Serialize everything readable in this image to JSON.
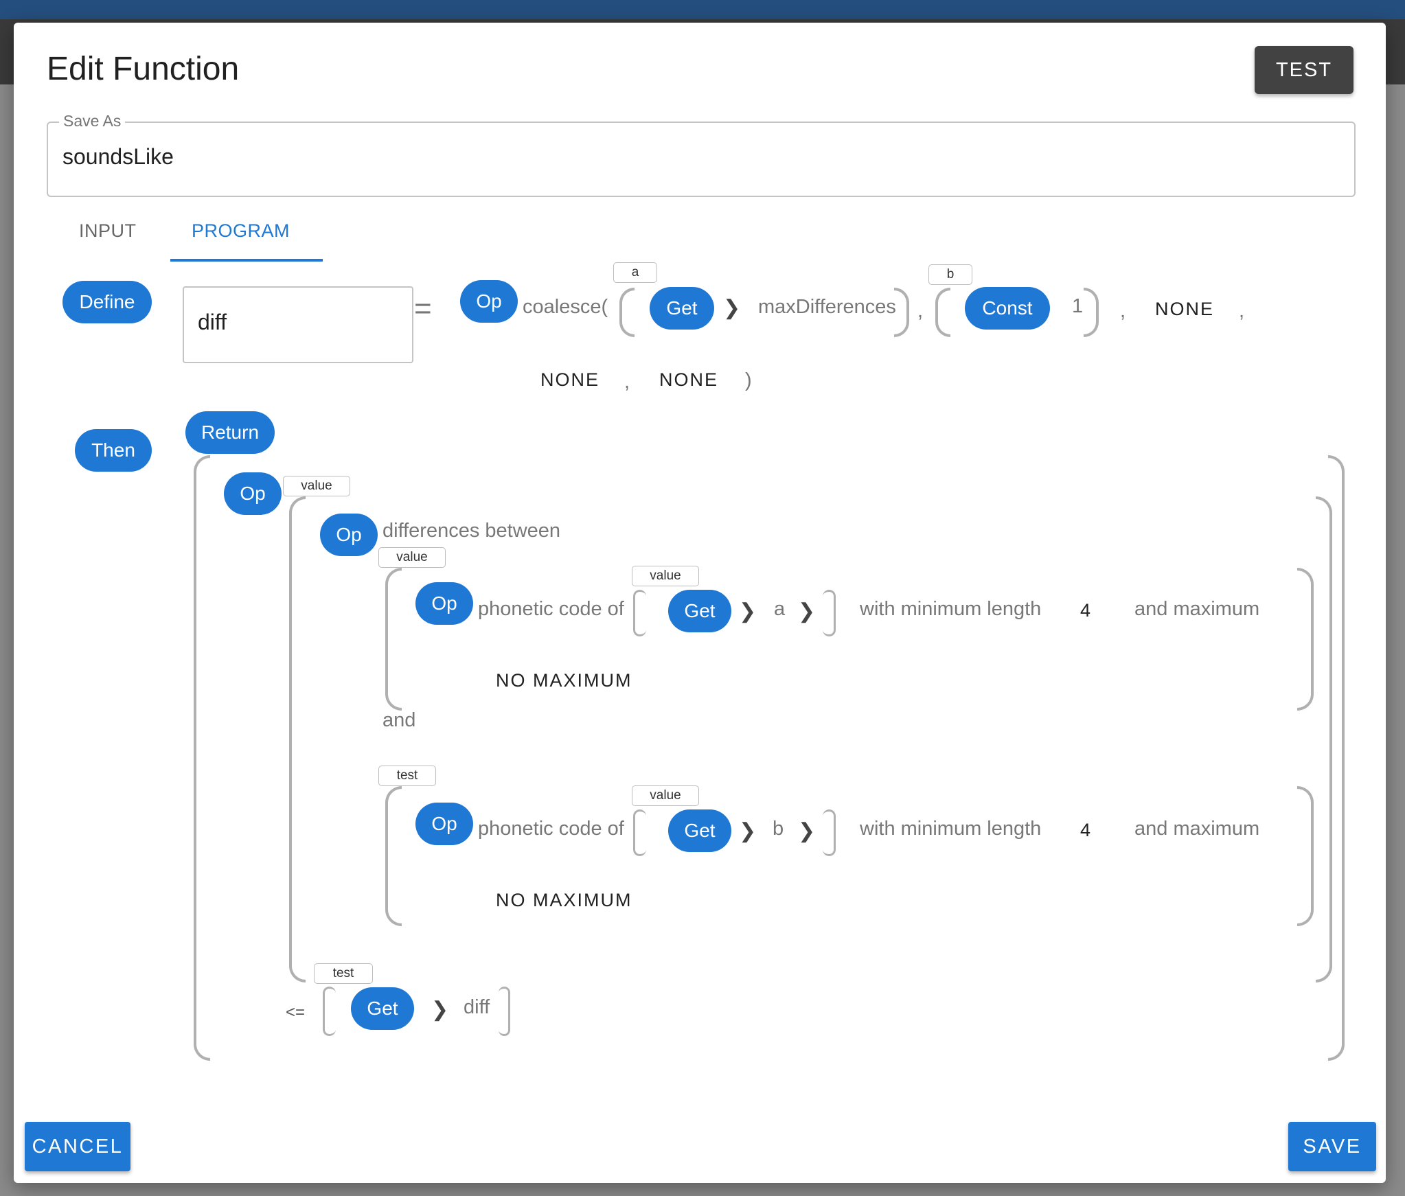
{
  "dialog": {
    "title": "Edit Function",
    "test_label": "TEST",
    "save_as_label": "Save As",
    "save_as_value": "soundsLike",
    "cancel_label": "CANCEL",
    "save_label": "SAVE"
  },
  "tabs": [
    {
      "label": "INPUT",
      "active": false
    },
    {
      "label": "PROGRAM",
      "active": true
    }
  ],
  "define": {
    "define_label": "Define",
    "name_value": "diff",
    "equals": "=",
    "op_label": "Op",
    "func_text": "coalesce(",
    "tag_a": "a",
    "get_label": "Get",
    "get_path": "maxDifferences",
    "comma": ",",
    "tag_b": "b",
    "const_label": "Const",
    "const_value": "1",
    "none1": "NONE",
    "none2": "NONE",
    "none3": "NONE",
    "close_paren": ")"
  },
  "then": {
    "then_label": "Then",
    "return_label": "Return",
    "op_label": "Op",
    "value_tag": "value",
    "inner_op_label": "Op",
    "differences_text": "differences between",
    "value_tag2": "value",
    "row1": {
      "value_tag": "value",
      "op_label": "Op",
      "phonetic_text": "phonetic code of",
      "get_label": "Get",
      "path": "a",
      "min_text": "with minimum length",
      "min_value": "4",
      "max_text": "and maximum",
      "no_max": "NO MAXIMUM"
    },
    "and_text": "and",
    "test_tag": "test",
    "row2": {
      "value_tag": "value",
      "op_label": "Op",
      "phonetic_text": "phonetic code of",
      "get_label": "Get",
      "path": "b",
      "min_text": "with minimum length",
      "min_value": "4",
      "max_text": "and maximum",
      "no_max": "NO MAXIMUM"
    },
    "cmp_test_tag": "test",
    "cmp_op": "<=",
    "cmp_get_label": "Get",
    "cmp_path": "diff"
  },
  "colors": {
    "accent": "#1e78d4",
    "dark_button": "#424242",
    "top_bar": "#244e7d"
  }
}
